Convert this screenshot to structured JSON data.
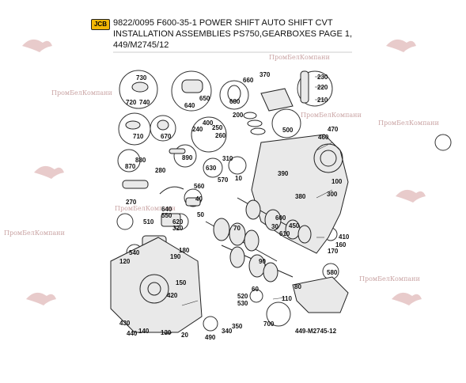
{
  "header": {
    "brand": "JCB",
    "line1": "9822/0095 F600-35-1 POWER SHIFT AUTO SHIFT CVT",
    "line2": "INSTALLATION ASSEMBLIES PS750,GEARBOXES PAGE 1,",
    "line3": "449/M2745/12"
  },
  "watermark": "ПромБелКомпани",
  "doc_ref": "449-M2745-12",
  "callouts": [
    "730",
    "720",
    "740",
    "640",
    "650",
    "660",
    "370",
    "230",
    "220",
    "210",
    "680",
    "200",
    "710",
    "670",
    "400",
    "250",
    "240",
    "260",
    "500",
    "470",
    "460",
    "880",
    "870",
    "890",
    "280",
    "300",
    "270",
    "550",
    "640",
    "620",
    "320",
    "510",
    "540",
    "120",
    "180",
    "190",
    "150",
    "420",
    "430",
    "440",
    "140",
    "130",
    "20",
    "490",
    "340",
    "350",
    "700",
    "520",
    "530",
    "80",
    "110",
    "580",
    "100",
    "170",
    "160",
    "410",
    "380",
    "390",
    "600",
    "450",
    "30",
    "610",
    "90",
    "60",
    "50",
    "40",
    "10",
    "310",
    "630",
    "70",
    "560",
    "570"
  ]
}
